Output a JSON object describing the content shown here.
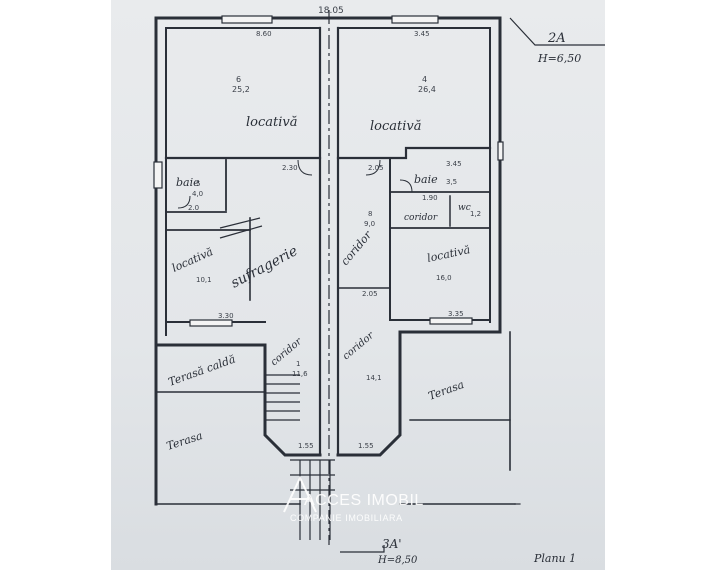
{
  "sheet": {
    "paper_color": "#e6e8eb",
    "ink_color": "#2a2f38",
    "top_dimension": "18.05",
    "section_top": {
      "code": "2A",
      "height": "H=6,50"
    },
    "section_bottom": {
      "code": "3A'",
      "height": "H=8,50"
    },
    "corner_note": "Planu 1"
  },
  "rooms": [
    {
      "label": "locativă",
      "number": "6",
      "area": "25,2"
    },
    {
      "label": "locativă",
      "number": "4",
      "area": "26,4"
    },
    {
      "label": "baie",
      "number": "5",
      "area": "4,0"
    },
    {
      "label": "baie",
      "number": "",
      "area": "3,5"
    },
    {
      "label": "wc",
      "number": "",
      "area": "1,2"
    },
    {
      "label": "coridor",
      "number": "",
      "area": ""
    },
    {
      "label": "locativă",
      "number": "",
      "area": "10,1"
    },
    {
      "label": "sufragerie",
      "number": "",
      "area": ""
    },
    {
      "label": "coridor",
      "number": "8",
      "area": "9,0"
    },
    {
      "label": "locativă",
      "number": "",
      "area": "16,0"
    },
    {
      "label": "coridor",
      "number": "1",
      "area": "11,6"
    },
    {
      "label": "coridor",
      "number": "",
      "area": "14,1"
    },
    {
      "label": "Terasă caldă",
      "number": "",
      "area": ""
    },
    {
      "label": "Terasa",
      "number": "",
      "area": ""
    },
    {
      "label": "Terasa",
      "number": "",
      "area": ""
    }
  ],
  "dimensions": [
    "8.60",
    "3.45",
    "2.30",
    "2.05",
    "3.45",
    "2.0",
    "1.90",
    "3.30",
    "3.35",
    "1.55",
    "1.55",
    "2.05"
  ],
  "watermark": {
    "brand": "ACCES IMOBIL",
    "tagline": "COMPANIE IMOBILIARA"
  }
}
